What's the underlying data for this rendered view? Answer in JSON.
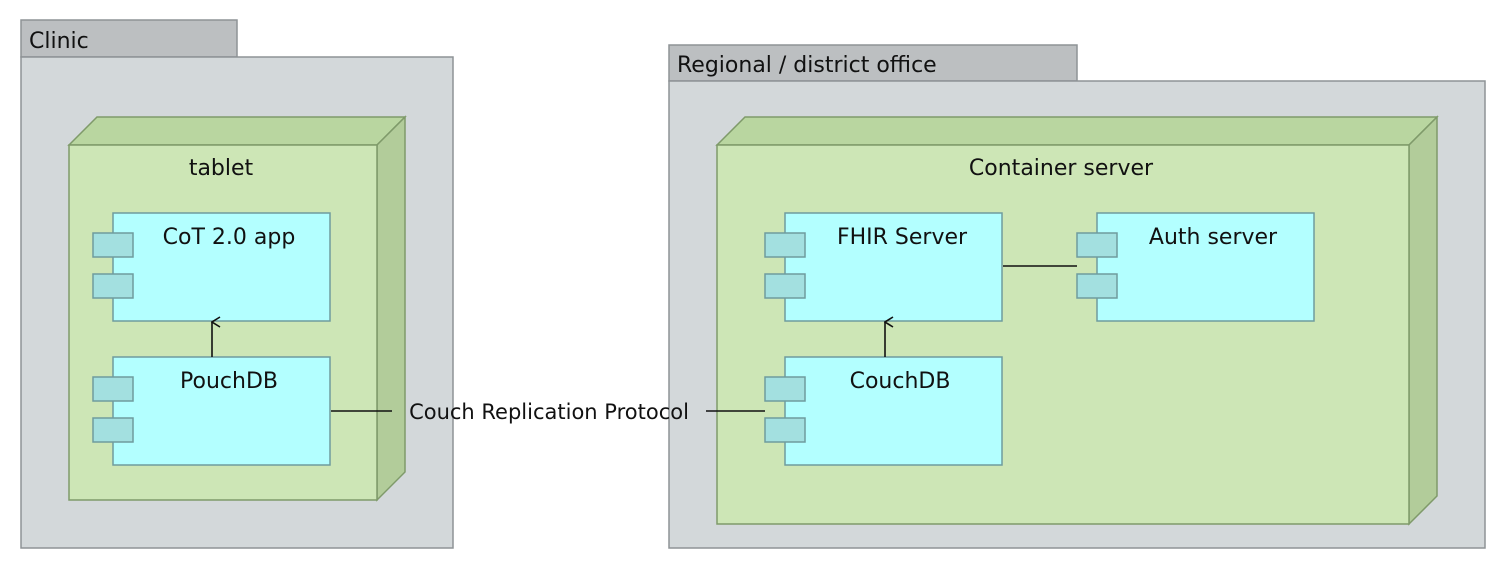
{
  "packages": {
    "clinic": {
      "label": "Clinic"
    },
    "regional": {
      "label": "Regional / district office"
    }
  },
  "nodes": {
    "tablet": {
      "label": "tablet"
    },
    "container_server": {
      "label": "Container server"
    }
  },
  "components": {
    "cot_app": {
      "label": "CoT 2.0 app"
    },
    "pouchdb": {
      "label": "PouchDB"
    },
    "fhir_server": {
      "label": "FHIR Server"
    },
    "auth_server": {
      "label": "Auth server"
    },
    "couchdb": {
      "label": "CouchDB"
    }
  },
  "connections": {
    "replication": {
      "label": "Couch Replication Protocol"
    }
  }
}
